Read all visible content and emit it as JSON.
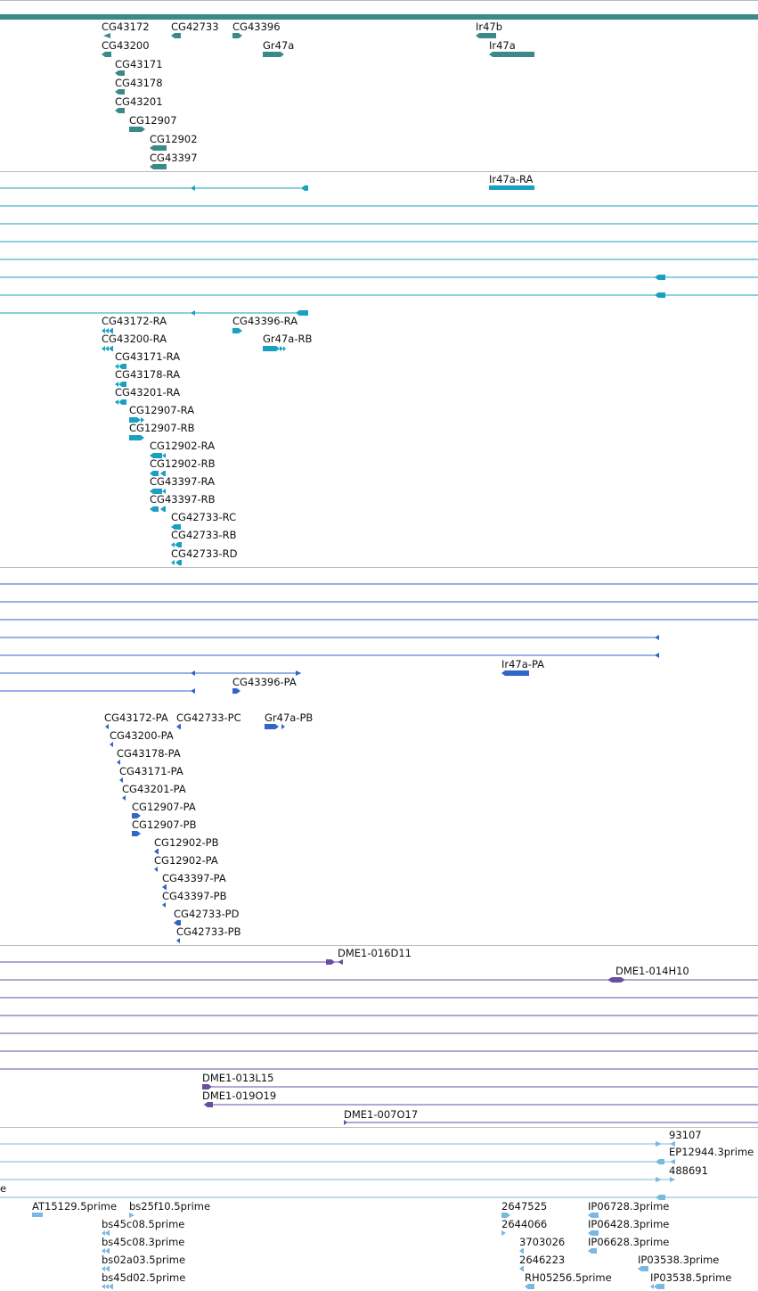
{
  "colors": {
    "gene": "#3b8a8a",
    "transcript": "#1aa0c0",
    "cds": "#2f66c8",
    "bac": "#6a4ca0",
    "est": "#7ab8e0",
    "separator": "#bbbbbb"
  },
  "gene_track": {
    "labels": [
      "CG43172",
      "CG42733",
      "CG43396",
      "Ir47b",
      "CG43200",
      "Gr47a",
      "Ir47a",
      "CG43171",
      "CG43178",
      "CG43201",
      "CG12907",
      "CG12902",
      "CG43397"
    ]
  },
  "transcript_track": {
    "labels": [
      "Ir47a-RA",
      "CG43172-RA",
      "CG43396-RA",
      "CG43200-RA",
      "Gr47a-RB",
      "CG43171-RA",
      "CG43178-RA",
      "CG43201-RA",
      "CG12907-RA",
      "CG12907-RB",
      "CG12902-RA",
      "CG12902-RB",
      "CG43397-RA",
      "CG43397-RB",
      "CG42733-RC",
      "CG42733-RB",
      "CG42733-RD"
    ]
  },
  "cds_track": {
    "labels": [
      "Ir47a-PA",
      "CG43396-PA",
      "CG43172-PA",
      "CG42733-PC",
      "Gr47a-PB",
      "CG43200-PA",
      "CG43178-PA",
      "CG43171-PA",
      "CG43201-PA",
      "CG12907-PA",
      "CG12907-PB",
      "CG12902-PB",
      "CG12902-PA",
      "CG43397-PA",
      "CG43397-PB",
      "CG42733-PD",
      "CG42733-PB"
    ]
  },
  "bac_track": {
    "labels": [
      "DME1-016D11",
      "DME1-014H10",
      "DME1-013L15",
      "DME1-019O19",
      "DME1-007O17"
    ]
  },
  "est_track": {
    "labels": [
      "93107",
      "EP12944.3prime",
      "488691",
      "e",
      "AT15129.5prime",
      "bs25f10.5prime",
      "2647525",
      "IP06728.3prime",
      "bs45c08.5prime",
      "2644066",
      "IP06428.3prime",
      "bs45c08.3prime",
      "3703026",
      "IP06628.3prime",
      "bs02a03.5prime",
      "2646223",
      "IP03538.3prime",
      "bs45d02.5prime",
      "RH05256.5prime",
      "IP03538.5prime"
    ]
  }
}
